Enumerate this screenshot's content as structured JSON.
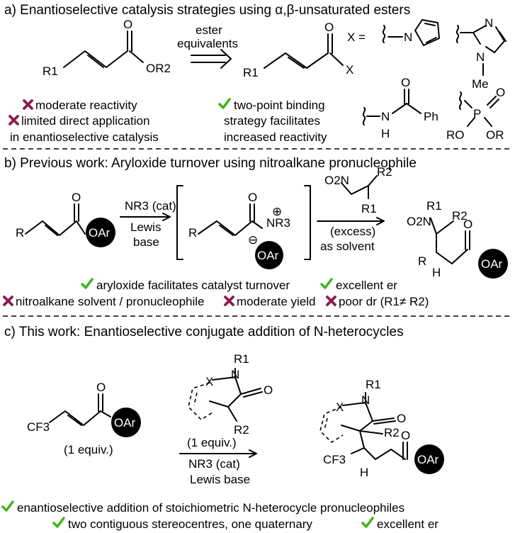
{
  "panel_a": {
    "heading": "a) Enantioselective catalysis strategies using α,β-unsaturated esters",
    "ester_label_r1": "R1",
    "ester_label_or2": "OR2",
    "ester_carbonyl_o": "O",
    "arrow_label_1": "ester",
    "arrow_label_2": "equivalents",
    "equiv_label_r1": "R1",
    "equiv_label_x": "X",
    "equiv_carbonyl_o": "O",
    "x_equals": "X =",
    "pyrrole_n": "N",
    "imidazole_n1": "N",
    "imidazole_n2": "N",
    "imidazole_me": "Me",
    "amide_n": "N",
    "amide_h": "H",
    "amide_o": "O",
    "amide_ph": "Ph",
    "phos_p": "P",
    "phos_o": "O",
    "phos_ro1": "RO",
    "phos_or2": "OR",
    "con_1": "moderate reactivity",
    "con_2": "limited direct application",
    "con_3": "in enantioselective catalysis",
    "pro_1": "two-point binding",
    "pro_2": "strategy facilitates",
    "pro_3": "increased reactivity"
  },
  "panel_b": {
    "heading": "b) Previous work: Aryloxide turnover using nitroalkane pronucleophile",
    "sub_r": "R",
    "sub_o": "O",
    "oar": "OAr",
    "cat_1": "NR3 (cat)",
    "cat_2": "Lewis",
    "cat_3": "base",
    "int_r": "R",
    "int_o": "O",
    "int_nr3": "NR3",
    "int_plus": "⊕",
    "int_minus": "⊖",
    "nuc_o2n": "O2N",
    "nuc_r2": "R2",
    "nuc_r1": "R1",
    "cond_1": "(excess)",
    "cond_2": "as solvent",
    "prod_o2n": "O2N",
    "prod_r1": "R1",
    "prod_r2": "R2",
    "prod_r": "R",
    "prod_h": "H",
    "prod_o": "O",
    "pro_1": "aryloxide facilitates catalyst turnover",
    "pro_2": "excellent er",
    "con_1": "nitroalkane solvent / pronucleophile",
    "con_2": "moderate yield",
    "con_3": "poor dr (R1≠ R2)"
  },
  "panel_c": {
    "heading": "c) This work: Enantioselective conjugate addition of N-heterocycles",
    "sub_cf3": "CF3",
    "sub_o": "O",
    "sub_equiv": "(1 equiv.)",
    "nuc_r1": "R1",
    "nuc_n": "N",
    "nuc_x": "X",
    "nuc_o": "O",
    "nuc_r2": "R2",
    "nuc_equiv": "(1 equiv.)",
    "cat_1": "NR3 (cat)",
    "cat_2": "Lewis base",
    "prod_r1": "R1",
    "prod_n": "N",
    "prod_x": "X",
    "prod_o1": "O",
    "prod_r2": "R2",
    "prod_o2": "O",
    "prod_cf3": "CF3",
    "prod_h": "H",
    "oar": "OAr",
    "pro_1": "enantioselective addition of stoichiometric N-heterocycle pronucleophiles",
    "pro_2": "two contiguous stereocentres, one quaternary",
    "pro_3": "excellent er"
  },
  "colors": {
    "check": "#3db51a",
    "cross": "#8a1f4f",
    "circle": "#000000"
  },
  "icons": {
    "check": "check-icon",
    "cross": "cross-icon"
  }
}
